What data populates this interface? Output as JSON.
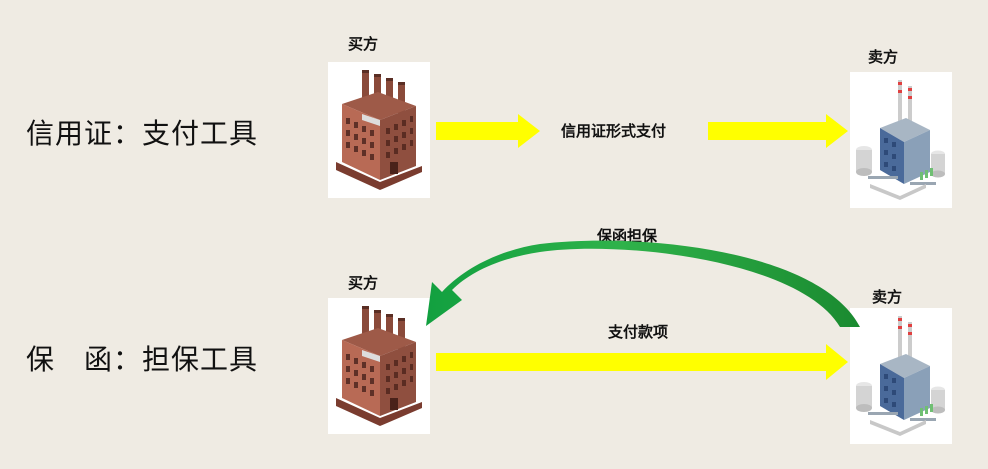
{
  "rows": [
    {
      "label": "信用证：支付工具",
      "buyer_label": "买方",
      "seller_label": "卖方",
      "flow_label": "信用证形式支付"
    },
    {
      "label": "保　函：担保工具",
      "buyer_label": "买方",
      "seller_label": "卖方",
      "payment_label": "支付款项",
      "guarantee_label": "保函担保"
    }
  ],
  "icons": {
    "buyer": "factory-icon",
    "seller": "power-plant-icon"
  },
  "colors": {
    "background": "#efebe3",
    "payment_arrow": "#ffff00",
    "guarantee_arrow": "#1a9a3a",
    "factory_brick": "#b86a55"
  }
}
